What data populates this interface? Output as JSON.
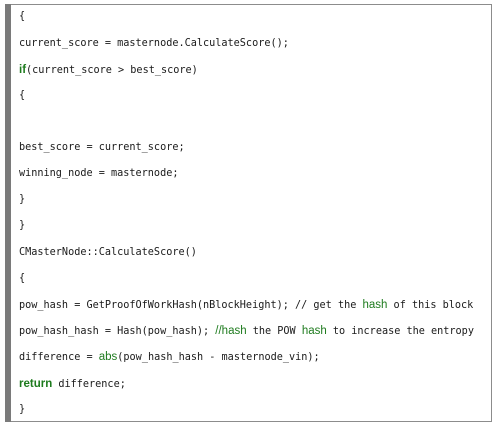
{
  "lines": {
    "l1": "{",
    "l2": "current_score = masternode.CalculateScore();",
    "l3": {
      "kw": "if",
      "rest": "(current_score > best_score)"
    },
    "l4": "{",
    "l5": "best_score = current_score;",
    "l6": "winning_node = masternode;",
    "l7": "}",
    "l8": "}",
    "l9": "CMasterNode::CalculateScore()",
    "l10": "{",
    "l11": {
      "pre": "pow_hash = GetProofOfWorkHash(nBlockHeight); ",
      "cm1": "// get the ",
      "hl": "hash",
      "cm2": " of this block"
    },
    "l12": {
      "pre": "pow_hash_hash = Hash(pow_hash); ",
      "cm1": "//hash",
      "mid": " the POW ",
      "hl": "hash",
      "post": " to increase the entropy"
    },
    "l13": {
      "pre": "difference = ",
      "fn": "abs",
      "post": "(pow_hash_hash - masternode_vin);"
    },
    "l14": {
      "kw": "return",
      "rest": " difference;"
    },
    "l15": "}"
  }
}
